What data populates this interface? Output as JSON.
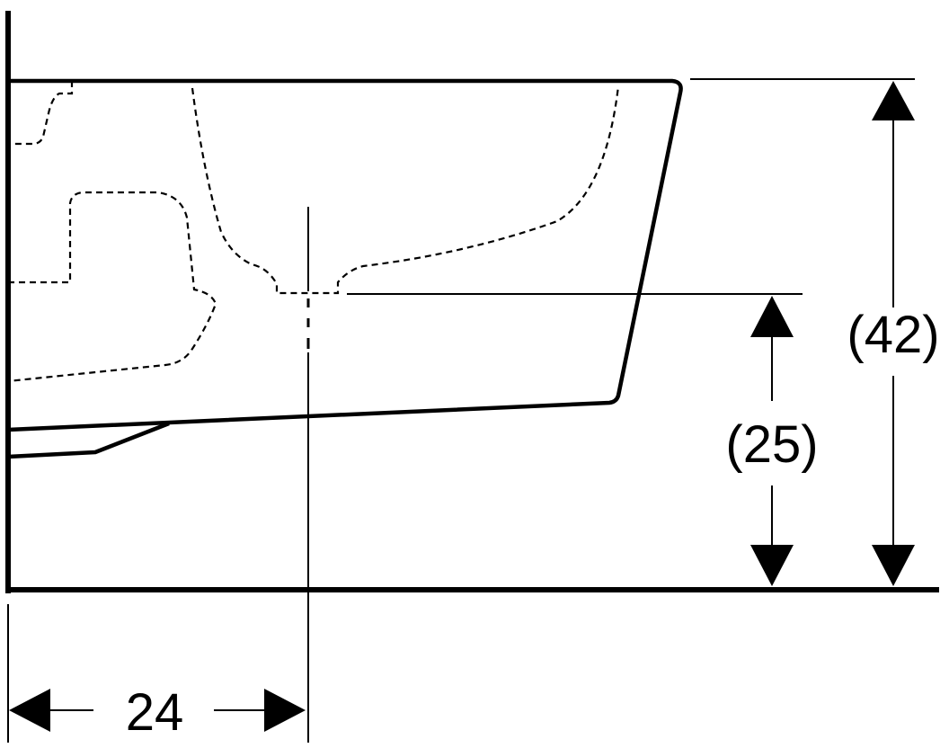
{
  "dimensions": {
    "total_height": "(42)",
    "outlet_height": "(25)",
    "outlet_distance": "24"
  },
  "colors": {
    "line": "#000000",
    "background": "#ffffff"
  }
}
